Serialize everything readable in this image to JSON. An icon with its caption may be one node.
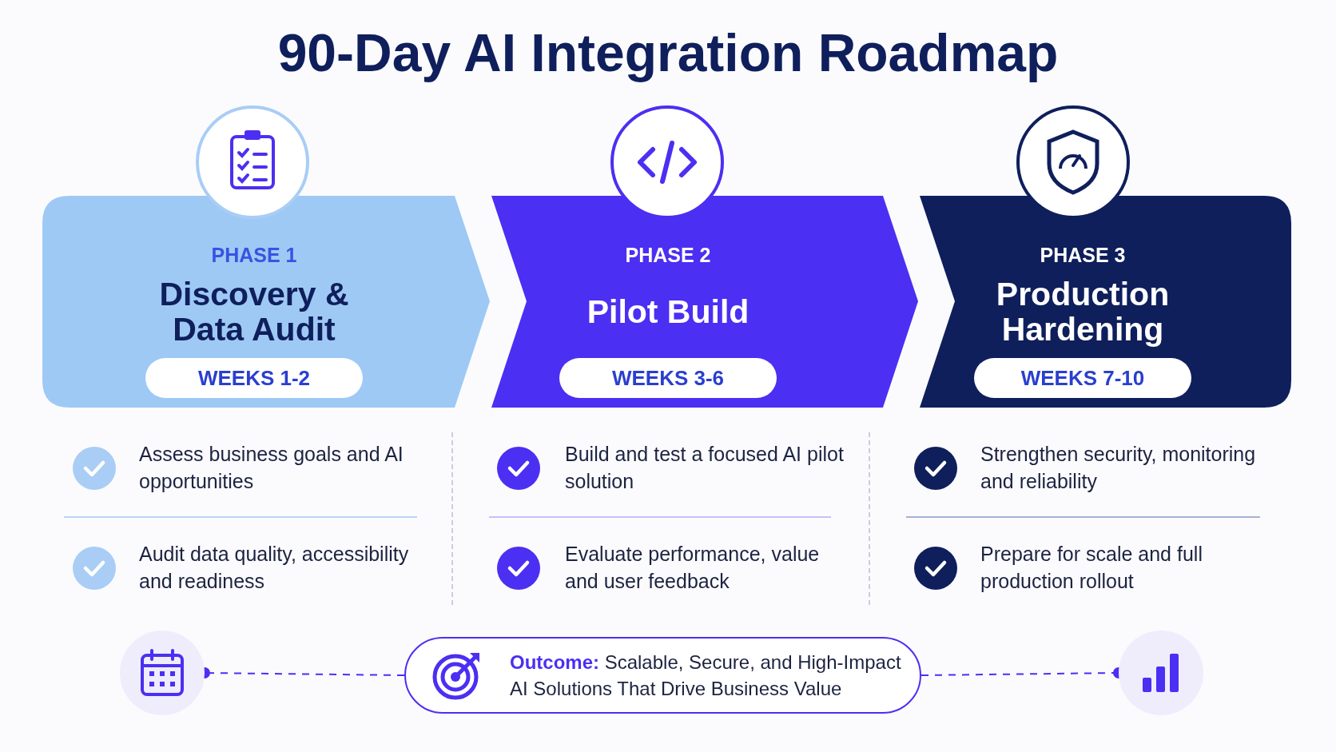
{
  "diagram": {
    "title": "90-Day AI Integration Roadmap",
    "nodes": [
      {
        "text": [
          "PHASE 1",
          "Discovery & Data Audit"
        ]
      },
      {
        "text": [
          "WEEKS 1-2"
        ],
        "in": 0
      },
      {
        "text": [
          "PHASE 2",
          "Pilot Build"
        ]
      },
      {
        "text": [
          "WEEKS 3-6"
        ],
        "in": 2
      },
      {
        "text": [
          "PHASE 3",
          "Production Hardening"
        ]
      },
      {
        "text": [
          "WEEKS 7-10"
        ],
        "in": 4
      },
      {
        "text": [],
        "shape": "circle"
      },
      {
        "text": [
          "**Outcome:** Scalable, Secure, and High-Impact AI Solutions That Drive Business Value"
        ]
      },
      {
        "text": [],
        "shape": "circle"
      }
    ],
    "edges": [
      {
        "from": 7,
        "to": 6,
        "arrow": "other",
        "style": "dashed"
      },
      {
        "from": 7,
        "to": 8,
        "arrow": "other",
        "style": "dashed"
      }
    ],
    "labels": [
      "Assess business goals and AI opportunities",
      "Audit data quality, accessibility and readiness",
      "Build and test a focused AI pilot solution",
      "Evaluate performance, value and user feedback",
      "Strengthen security, monitoring and reliability",
      "Prepare for scale and full production rollout"
    ]
  }
}
